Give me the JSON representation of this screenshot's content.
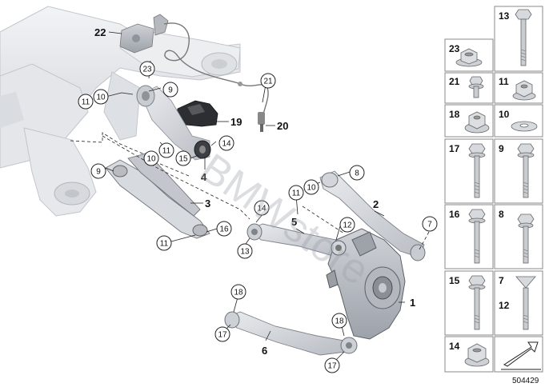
{
  "watermark": "BMWstore",
  "reference_number": "504429",
  "callouts": {
    "c9a": "9",
    "c10a": "10",
    "c11a": "11",
    "c23": "23",
    "c21": "21",
    "c14": "14",
    "c15": "15",
    "c11b": "11",
    "c10b": "10",
    "c9b": "9",
    "c8": "8",
    "c10c": "10",
    "c11c": "11",
    "c14b": "14",
    "c12": "12",
    "c13": "13",
    "c16": "16",
    "c11d": "11",
    "c7": "7",
    "c18a": "18",
    "c17a": "17",
    "c18b": "18",
    "c17b": "17"
  },
  "labels": {
    "l22": "22",
    "l19": "19",
    "l20": "20",
    "l4": "4",
    "l3": "3",
    "l2": "2",
    "l5": "5",
    "l1": "1",
    "l6": "6"
  },
  "parts_table": {
    "c23": "23",
    "c21": "21",
    "c11": "11",
    "c18": "18",
    "c10": "10",
    "c17": "17",
    "c9": "9",
    "c16": "16",
    "c8": "8",
    "c15": "15",
    "c7": "7",
    "c12": "12",
    "c14": "14",
    "c13": "13"
  }
}
